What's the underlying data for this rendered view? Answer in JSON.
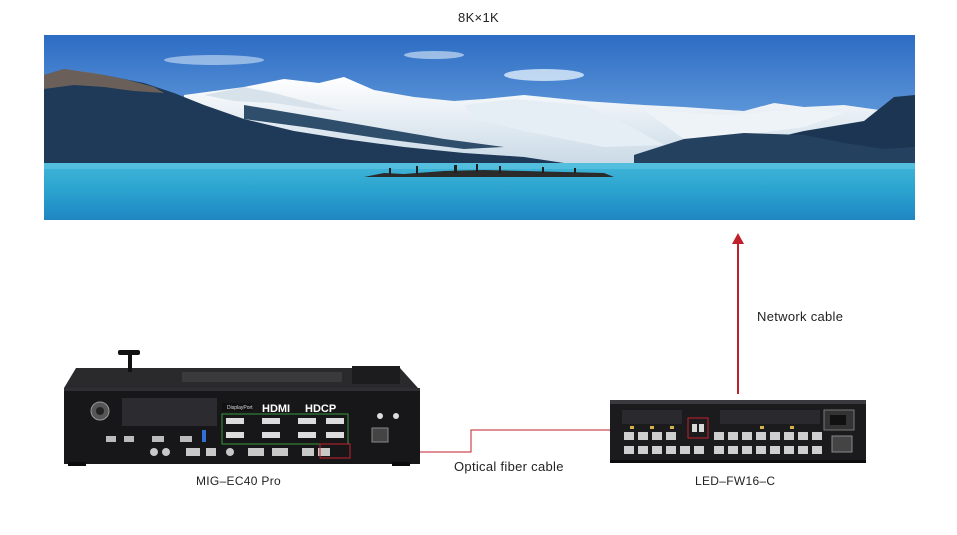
{
  "screen": {
    "resolution_label": "8K×1K"
  },
  "devices": {
    "switcher": {
      "name": "MIG–EC40 Pro"
    },
    "controller": {
      "name": "LED–FW16–C"
    }
  },
  "connections": {
    "fiber": {
      "label": "Optical fiber cable",
      "color": "#c0202a"
    },
    "network": {
      "label": "Network cable",
      "color": "#c0202a"
    }
  },
  "panel_marks": {
    "displayport": "DisplayPort",
    "hdmi": "HDMI",
    "hdcp": "HDCP"
  }
}
